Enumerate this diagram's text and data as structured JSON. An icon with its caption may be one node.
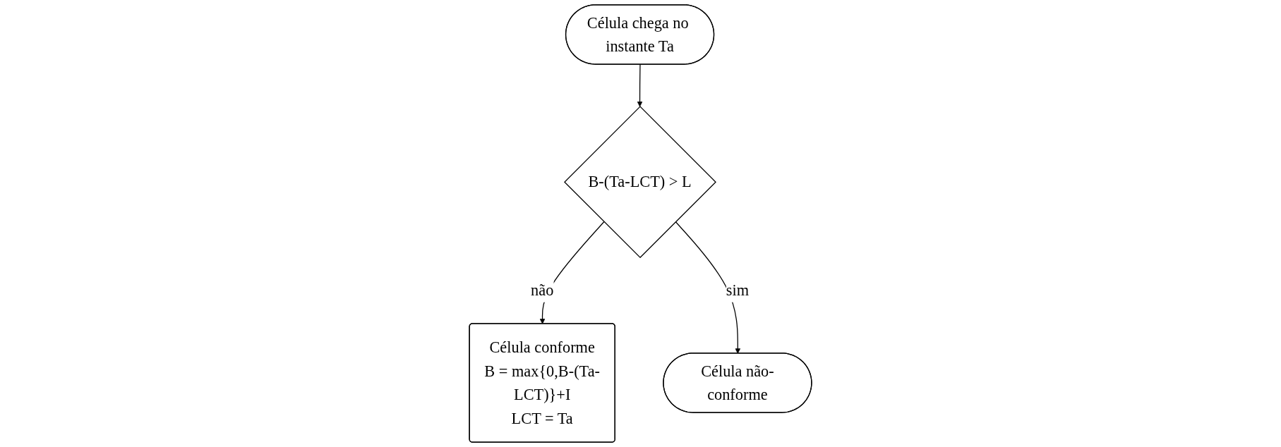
{
  "diagram": {
    "nodes": [
      {
        "text": [
          "Célula chega no instante Ta"
        ]
      },
      {
        "text": [
          "B-(Ta-LCT) > L"
        ]
      },
      {
        "text": [
          "Célula conforme",
          "B = max{0,B-(Ta-LCT)}+I",
          "LCT = Ta"
        ]
      },
      {
        "text": [
          "Célula não-conforme"
        ]
      }
    ],
    "edges": [
      {
        "from": 0,
        "to": 1,
        "arrow": "to"
      },
      {
        "from": 1,
        "to": 2,
        "arrow": "to",
        "label": "não"
      },
      {
        "from": 1,
        "to": 3,
        "arrow": "to",
        "label": "sim"
      }
    ]
  }
}
